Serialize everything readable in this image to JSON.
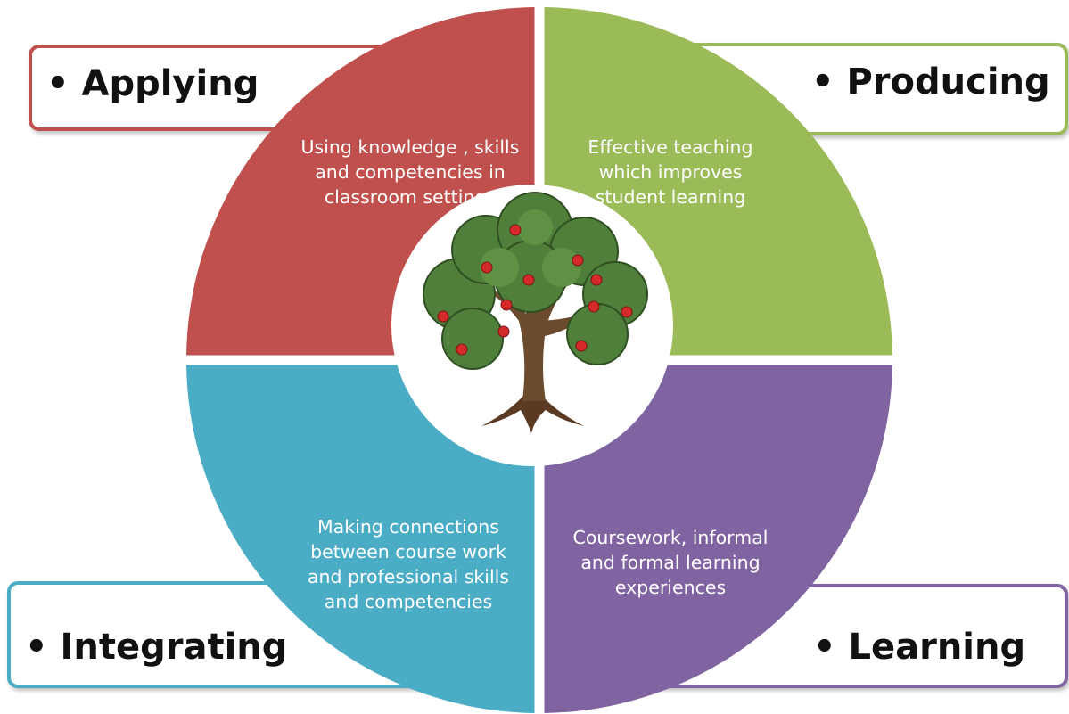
{
  "colors": {
    "applying": "#C0504D",
    "producing": "#9BBB59",
    "integrating": "#4BACC6",
    "learning": "#8064A2",
    "center": "#ffffff"
  },
  "quadrants": {
    "applying": {
      "label": "• Applying",
      "description": [
        "Using knowledge , skills",
        "and competencies in",
        "classroom settings"
      ]
    },
    "producing": {
      "label": "• Producing",
      "description": [
        "Effective teaching",
        "which improves",
        "student learning"
      ]
    },
    "integrating": {
      "label": "• Integrating",
      "description": [
        "Making connections",
        "between course work",
        "and professional skills",
        "and competencies"
      ]
    },
    "learning": {
      "label": "• Learning",
      "description": [
        "Coursework, informal",
        "and formal learning",
        "experiences"
      ]
    }
  },
  "center_icon": "apple-tree-icon"
}
